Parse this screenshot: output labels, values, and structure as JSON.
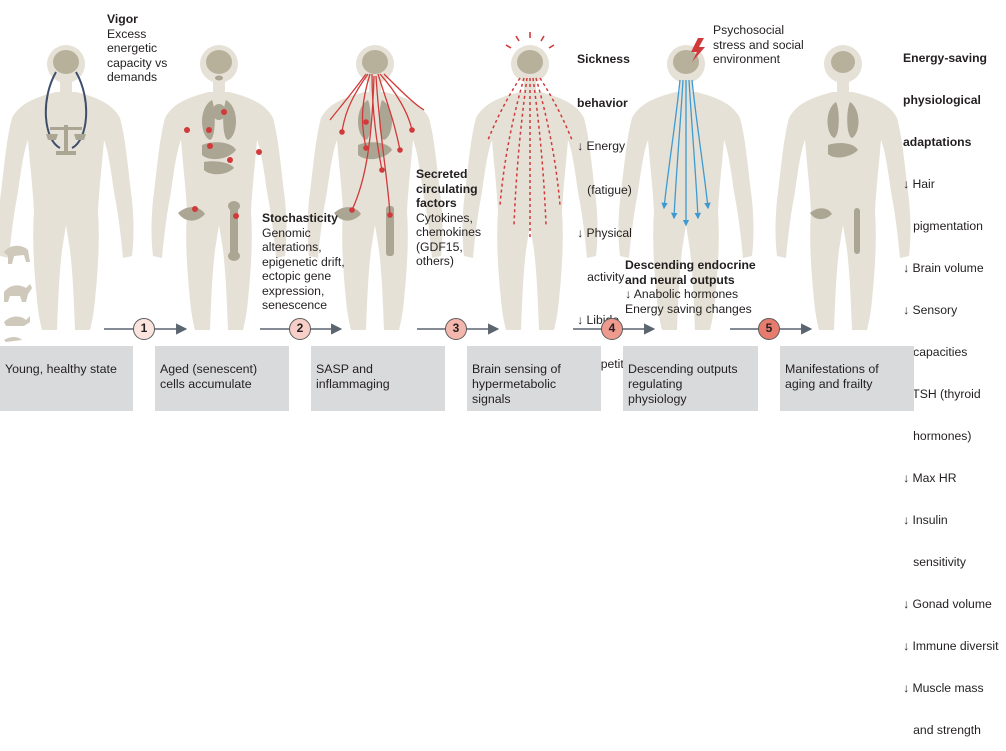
{
  "colors": {
    "body": "#e6e1d6",
    "organ": "#aba593",
    "brain": "#b7b19c",
    "red": "#d13a3a",
    "blue": "#3e9ad1",
    "caption_bg": "#d9dadc",
    "arrow": "#5b6570",
    "step_fill": [
      "#fbe3de",
      "#f8cfc8",
      "#f4b7ae",
      "#ee9a8f",
      "#e77b6e"
    ]
  },
  "annotations": {
    "vigor": {
      "title": "Vigor",
      "lines": [
        "Excess",
        "energetic",
        "capacity vs",
        "demands"
      ]
    },
    "stochasticity": {
      "title": "Stochasticity",
      "lines": [
        "Genomic",
        "alterations,",
        "epigenetic drift,",
        "ectopic gene",
        "expression,",
        "senescence"
      ]
    },
    "secreted": {
      "title_lines": [
        "Secreted",
        "circulating",
        "factors"
      ],
      "lines": [
        "Cytokines,",
        "chemokines",
        "(GDF15,",
        "others)"
      ]
    },
    "sickness": {
      "title_lines": [
        "Sickness",
        "behavior"
      ],
      "lines": [
        "↓ Energy",
        "   (fatigue)",
        "↓ Physical",
        "   activity",
        "↓ Libido",
        "↓ Appetite"
      ]
    },
    "psychosocial": {
      "lines": [
        "Psychosocial",
        "stress and social",
        "environment"
      ]
    },
    "descending": {
      "title_lines": [
        "Descending endocrine",
        "and neural outputs"
      ],
      "lines": [
        "↓ Anabolic hormones",
        "Energy saving changes"
      ]
    },
    "energy_saving": {
      "title_lines": [
        "Energy-saving",
        "physiological",
        "adaptations"
      ],
      "lines": [
        "↓ Hair",
        "   pigmentation",
        "↓ Brain volume",
        "↓ Sensory",
        "   capacities",
        "↓ TSH (thyroid",
        "   hormones)",
        "↓ Max HR",
        "↓ Insulin",
        "   sensitivity",
        "↓ Gonad volume",
        "↓ Immune diversit",
        "↓ Muscle mass",
        "   and strength"
      ]
    }
  },
  "steps": [
    "1",
    "2",
    "3",
    "4",
    "5"
  ],
  "captions": [
    {
      "lines": [
        "Young, healthy state"
      ]
    },
    {
      "lines": [
        "Aged (senescent)",
        "cells accumulate"
      ]
    },
    {
      "lines": [
        "SASP and",
        "inflammaging"
      ]
    },
    {
      "lines": [
        "Brain sensing of",
        "hypermetabolic",
        "signals"
      ]
    },
    {
      "lines": [
        "Descending outputs",
        "regulating",
        "physiology"
      ]
    },
    {
      "lines": [
        "Manifestations of",
        "aging and frailty"
      ]
    }
  ]
}
